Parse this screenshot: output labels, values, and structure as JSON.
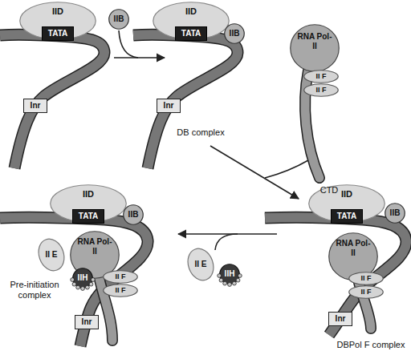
{
  "diagram": {
    "nodes": [
      {
        "text": [
          "IID"
        ]
      },
      {
        "text": [
          "TATA"
        ],
        "in": 0
      },
      {
        "text": [
          "Inr"
        ]
      },
      {
        "text": [
          "IIB"
        ]
      },
      {
        "text": [
          "IID"
        ]
      },
      {
        "text": [
          "TATA"
        ],
        "in": 4
      },
      {
        "text": [
          "IIB"
        ]
      },
      {
        "text": [
          "Inr"
        ]
      },
      {
        "text": [
          "RNA Pol-II"
        ]
      },
      {
        "text": [
          "II F"
        ]
      },
      {
        "text": [
          "II F"
        ]
      },
      {
        "text": [
          "IID"
        ]
      },
      {
        "text": [
          "TATA"
        ],
        "in": 11
      },
      {
        "text": [
          "IIB"
        ]
      },
      {
        "text": [
          "II E"
        ]
      },
      {
        "text": [
          "RNA Pol-II"
        ]
      },
      {
        "text": [
          "IIH"
        ]
      },
      {
        "text": [
          "II F"
        ]
      },
      {
        "text": [
          "II F"
        ]
      },
      {
        "text": [
          "Inr"
        ]
      },
      {
        "text": [
          "II E"
        ]
      },
      {
        "text": [
          "IIH"
        ]
      },
      {
        "text": [
          "IID"
        ]
      },
      {
        "text": [
          "TATA"
        ],
        "in": 22
      },
      {
        "text": [
          "IIB"
        ]
      },
      {
        "text": [
          "RNA Pol-II"
        ]
      },
      {
        "text": [
          "II F"
        ]
      },
      {
        "text": [
          "II F"
        ]
      },
      {
        "text": [
          "Inr"
        ]
      }
    ],
    "labels": [
      "DB complex",
      "CTD",
      "Pre-initiation complex",
      "DBPol F complex"
    ]
  }
}
